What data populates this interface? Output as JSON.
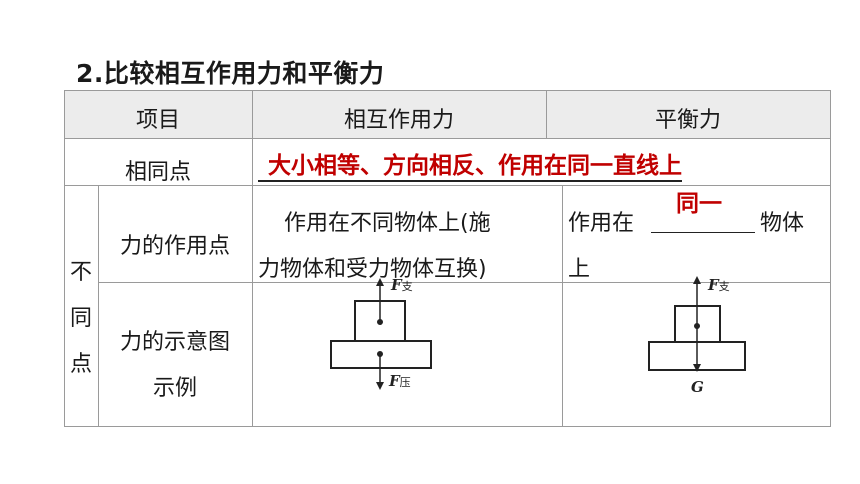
{
  "title": "2.比较相互作用力和平衡力",
  "table": {
    "headers": [
      "项目",
      "相互作用力",
      "平衡力"
    ],
    "rows": {
      "same_label": "相同点",
      "diff_label_chars": [
        "不",
        "同",
        "点"
      ],
      "point_label": "力的作用点",
      "diagram_label_line1": "力的示意图",
      "diagram_label_line2": "示例"
    },
    "interaction_point_line1": "作用在不同物体上(施",
    "interaction_point_line2": "力物体和受力物体互换)",
    "balance_point_prefix": "作用在",
    "balance_point_suffix": "物体",
    "balance_point_line2": "上"
  },
  "answers": {
    "same_answer": "大小相等、方向相反、作用在同一直线上",
    "blank_answer": "同一"
  },
  "diagrams": {
    "interaction": {
      "top_force": "F",
      "top_sub": "支",
      "bottom_force": "F",
      "bottom_sub": "压"
    },
    "balance": {
      "top_force": "F",
      "top_sub": "支",
      "bottom_force": "G"
    }
  },
  "colors": {
    "header_bg": "#ececec",
    "answer_red": "#c00000",
    "grid": "#9a9a9a"
  }
}
